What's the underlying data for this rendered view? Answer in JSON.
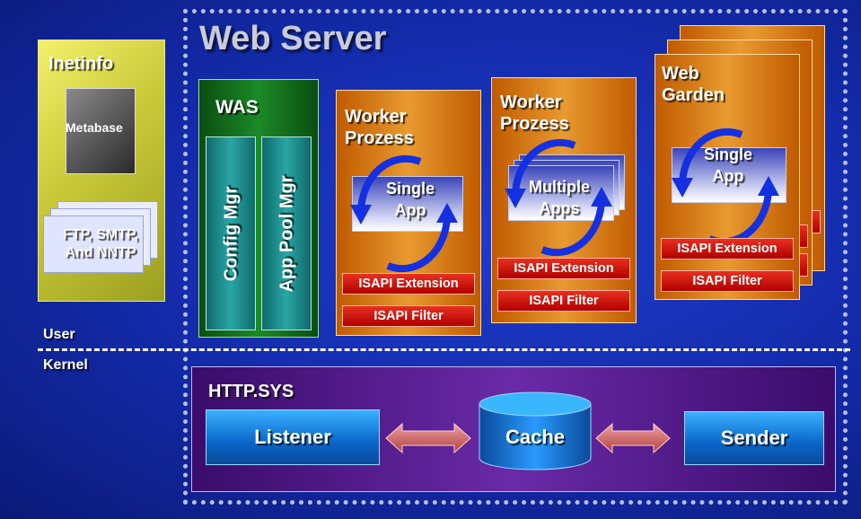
{
  "web_server": {
    "title": "Web Server"
  },
  "inetinfo": {
    "title": "Inetinfo",
    "metabase": "Metabase",
    "ftp_lines": [
      "FTP, SMTP,",
      "And NNTP"
    ]
  },
  "was": {
    "title": "WAS",
    "config_mgr": "Config Mgr",
    "app_pool_mgr": "App Pool Mgr"
  },
  "worker1": {
    "title_lines": [
      "Worker",
      "Prozess"
    ],
    "app_lines": [
      "Single",
      "App"
    ],
    "isapi_extension": "ISAPI Extension",
    "isapi_filter": "ISAPI Filter"
  },
  "worker2": {
    "title_lines": [
      "Worker",
      "Prozess"
    ],
    "app_lines": [
      "Multiple",
      "Apps"
    ],
    "isapi_extension": "ISAPI Extension",
    "isapi_filter": "ISAPI Filter"
  },
  "garden": {
    "title_lines": [
      "Web",
      "Garden"
    ],
    "app_lines": [
      "Single",
      "App"
    ],
    "isapi_extension": "ISAPI Extension",
    "isapi_filter": "ISAPI Filter"
  },
  "mode": {
    "user": "User",
    "kernel": "Kernel"
  },
  "httpsys": {
    "title": "HTTP.SYS",
    "listener": "Listener",
    "cache": "Cache",
    "sender": "Sender"
  },
  "colors": {
    "background": "#132aa8",
    "inetinfo": "#c8c838",
    "was": "#1b8a28",
    "worker": "#e89a30",
    "isapi": "#c81810",
    "httpsys": "#6a2aa8",
    "blue_box": "#1a86e0",
    "cycle_arrow": "#1430e0"
  }
}
